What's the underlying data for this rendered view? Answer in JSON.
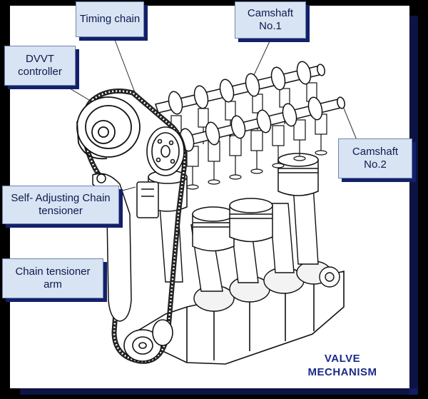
{
  "labels": {
    "timing_chain": "Timing chain",
    "camshaft_1": "Camshaft No.1",
    "dvvt_controller": "DVVT controller",
    "camshaft_2": "Camshaft No.2",
    "self_adjusting_tensioner": "Self- Adjusting Chain tensioner",
    "tensioner_arm": "Chain tensioner arm"
  },
  "title": {
    "line1": "VALVE",
    "line2": "MECHANISM"
  },
  "colors": {
    "label_fill": "#d8e4f3",
    "label_shadow": "#13206a",
    "title_text": "#1b2a8a",
    "frame": "#1a237e"
  }
}
